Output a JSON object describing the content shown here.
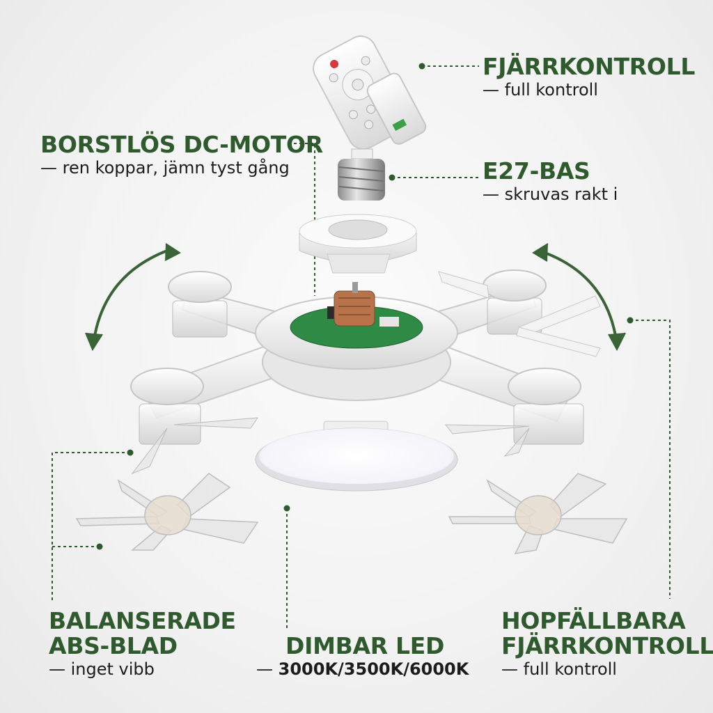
{
  "colors": {
    "accent": "#2f5a2e",
    "text": "#1c1c1c",
    "background": "#f2f2f2"
  },
  "callouts": {
    "remote": {
      "title": "FJÄRRKONTROLL",
      "sub": "— full kontroll"
    },
    "motor": {
      "title": "BORSTLÖS DC-MOTOR",
      "sub": "— ren koppar, jämn tyst gång"
    },
    "base": {
      "title": "E27-BAS",
      "sub": "— skruvas rakt i"
    },
    "blades": {
      "title_line1": "BALANSERADE",
      "title_line2": "ABS-BLAD",
      "sub": "— inget vibb"
    },
    "led": {
      "title": "DIMBAR LED",
      "sub_prefix": "— ",
      "sub_value": "3000K/3500K/6000K"
    },
    "foldable": {
      "title_line1": "HOPFÄLLBARA",
      "title_line2": "FJÄRRKONTROLL",
      "sub": "— full kontroll"
    }
  },
  "icons": [
    "rotate-arrow-left-icon",
    "rotate-arrow-right-icon"
  ]
}
